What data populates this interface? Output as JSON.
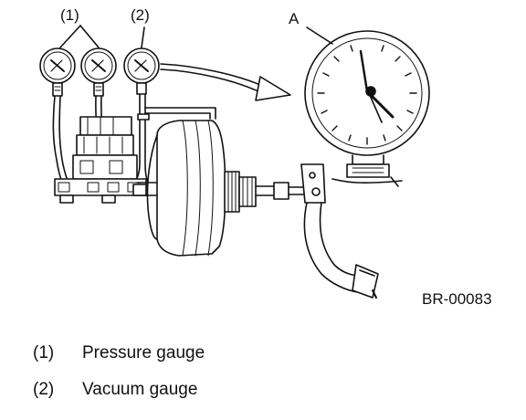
{
  "callouts": {
    "pressure_gauge_callout": "(1)",
    "vacuum_gauge_callout": "(2)",
    "detail_label": "A"
  },
  "figure_code": "BR-00083",
  "legend": [
    {
      "number": "(1)",
      "text": "Pressure gauge"
    },
    {
      "number": "(2)",
      "text": "Vacuum gauge"
    }
  ],
  "colors": {
    "line": "#111111",
    "background": "#ffffff"
  }
}
